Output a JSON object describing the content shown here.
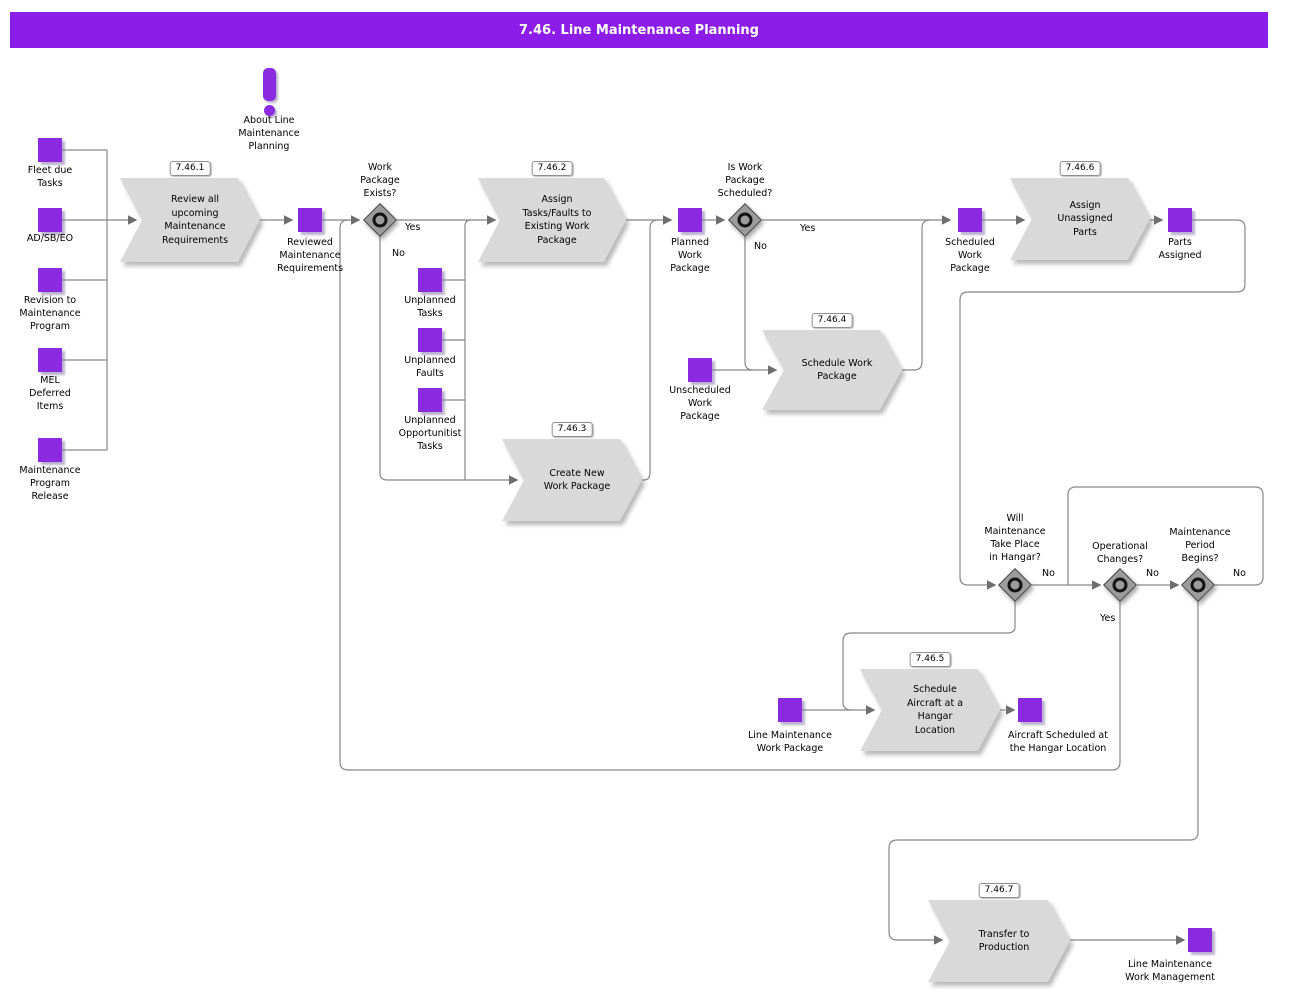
{
  "header": {
    "title": "7.46. Line Maintenance Planning"
  },
  "colors": {
    "accent": "#8a2be2",
    "header": "#8c1de9",
    "shape_gray": "#d9d9d9",
    "line": "#878787"
  },
  "about": {
    "label": "About Line\nMaintenance\nPlanning",
    "icon": "exclamation-icon"
  },
  "processes": {
    "p1": {
      "tag": "7.46.1",
      "label": "Review all\nupcoming\nMaintenance\nRequirements"
    },
    "p2": {
      "tag": "7.46.2",
      "label": "Assign\nTasks/Faults to\nExisting Work\nPackage"
    },
    "p3": {
      "tag": "7.46.3",
      "label": "Create New\nWork Package"
    },
    "p4": {
      "tag": "7.46.4",
      "label": "Schedule Work\nPackage"
    },
    "p5": {
      "tag": "7.46.5",
      "label": "Schedule\nAircraft at a\nHangar\nLocation"
    },
    "p6": {
      "tag": "7.46.6",
      "label": "Assign\nUnassigned\nParts"
    },
    "p7": {
      "tag": "7.46.7",
      "label": "Transfer to\nProduction"
    }
  },
  "items": {
    "fleet_due_tasks": {
      "label": "Fleet due\nTasks"
    },
    "ad_sb_eo": {
      "label": "AD/SB/EO"
    },
    "revision_to_mp": {
      "label": "Revision to\nMaintenance\nProgram"
    },
    "mel_deferred": {
      "label": "MEL\nDeferred\nItems"
    },
    "mp_release": {
      "label": "Maintenance\nProgram\nRelease"
    },
    "reviewed_req": {
      "label": "Reviewed\nMaintenance\nRequirements"
    },
    "unplanned_tasks": {
      "label": "Unplanned\nTasks"
    },
    "unplanned_faults": {
      "label": "Unplanned\nFaults"
    },
    "unplanned_opportunitist": {
      "label": "Unplanned\nOpportunitist\nTasks"
    },
    "planned_wp": {
      "label": "Planned\nWork\nPackage"
    },
    "unscheduled_wp": {
      "label": "Unscheduled\nWork\nPackage"
    },
    "scheduled_wp": {
      "label": "Scheduled\nWork\nPackage"
    },
    "parts_assigned": {
      "label": "Parts\nAssigned"
    },
    "line_maint_wp": {
      "label": "Line Maintenance\nWork Package"
    },
    "aircraft_scheduled": {
      "label": "Aircraft Scheduled at\nthe Hangar Location"
    },
    "line_maint_wm": {
      "label": "Line Maintenance\nWork Management"
    }
  },
  "decisions": {
    "work_package_exists": {
      "label": "Work\nPackage\nExists?"
    },
    "is_wp_scheduled": {
      "label": "Is Work\nPackage\nScheduled?"
    },
    "hangar": {
      "label": "Will\nMaintenance\nTake Place\nin Hangar?"
    },
    "operational_changes": {
      "label": "Operational\nChanges?"
    },
    "maintenance_period": {
      "label": "Maintenance\nPeriod\nBegins?"
    }
  },
  "edge_labels": {
    "wpe_yes": "Yes",
    "wpe_no": "No",
    "iwps_yes": "Yes",
    "iwps_no": "No",
    "hangar_no": "No",
    "opch_no": "No",
    "opch_yes": "Yes",
    "mpb_no": "No"
  }
}
